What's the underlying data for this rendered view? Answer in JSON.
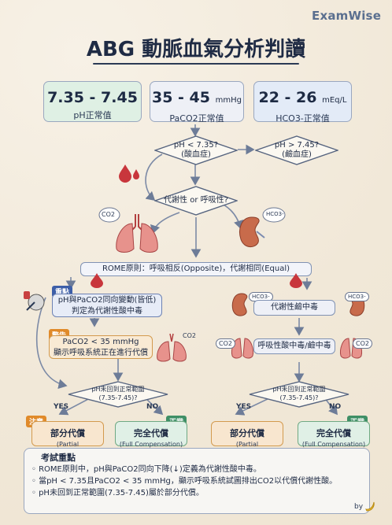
{
  "brand": "ExamWise",
  "title": "ABG 動脈血氣分析判讀",
  "ranges": [
    {
      "value": "7.35 - 7.45",
      "unit": "",
      "label": "pH正常值",
      "color": "#dff0e4"
    },
    {
      "value": "35 - 45",
      "unit": "mmHg",
      "label": "PaCO2正常值",
      "color": "#eef0f6"
    },
    {
      "value": "22 - 26",
      "unit": "mEq/L",
      "label": "HCO3-正常值",
      "color": "#e3ebf7"
    }
  ],
  "decision": {
    "acidemia_q": [
      "pH < 7.35?",
      "(酸血症)"
    ],
    "alkalemia_q": [
      "pH > 7.45?",
      "(鹼血症)"
    ],
    "type_q": "代謝性 or 呼吸性?",
    "co2": "CO2",
    "hco3": "HCO3-"
  },
  "rome": "ROME原則：呼吸相反(Opposite)，代謝相同(Equal)",
  "left": {
    "tag_key": "重點",
    "box1": [
      "pH與PaCO2同向變動(皆低)",
      "判定為代謝性酸中毒"
    ],
    "tag_warn": "警告",
    "box2": [
      "PaCO2 < 35 mmHg",
      "顯示呼吸系統正在進行代償"
    ],
    "co2": "CO2",
    "q": [
      "pH未回到正常範圍",
      "(7.35-7.45)?"
    ],
    "yes": "YES",
    "no": "NO",
    "partial_tag": "注意",
    "partial": [
      "部分代償",
      "(Partial Compensation)"
    ],
    "full_tag": "正常",
    "full": [
      "完全代償",
      "(Full Compensation)"
    ]
  },
  "right": {
    "hco3": "HCO3-",
    "box1": "代謝性鹼中毒",
    "co2": "CO2",
    "box2": "呼吸性酸中毒/鹼中毒",
    "q": [
      "pH未回到正常範圍",
      "(7.35-7.45)?"
    ],
    "yes": "YES",
    "no": "NO",
    "partial": [
      "部分代償",
      "(Partial Compensation)"
    ],
    "full_tag": "正常",
    "full": [
      "完全代償",
      "(Full Compensation)"
    ]
  },
  "key": {
    "title": "考試重點",
    "items": [
      "ROME原則中，pH與PaCO2同向下降(↓)定義為代謝性酸中毒。",
      "當pH < 7.35且PaCO2 < 35 mmHg，顯示呼吸系統試圖排出CO2以代償代謝性酸。",
      "pH未回到正常範圍(7.35-7.45)屬於部分代償。"
    ]
  },
  "by": "by"
}
